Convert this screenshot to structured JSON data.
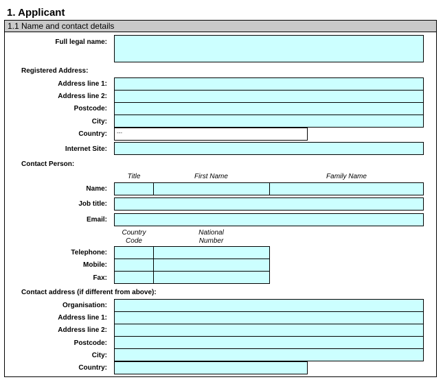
{
  "section": {
    "title": "1. Applicant",
    "subsection": "1.1 Name and contact details"
  },
  "labels": {
    "full_legal_name": "Full legal name:",
    "registered_address": "Registered Address:",
    "address_line_1": "Address line 1:",
    "address_line_2": "Address line 2:",
    "postcode": "Postcode:",
    "city": "City:",
    "country": "Country:",
    "internet_site": "Internet Site:",
    "contact_person": "Contact Person:",
    "name": "Name:",
    "job_title": "Job title:",
    "email": "Email:",
    "telephone": "Telephone:",
    "mobile": "Mobile:",
    "fax": "Fax:",
    "contact_address": "Contact address (if different from above):",
    "organisation": "Organisation:",
    "address_line_1b": "Address line 1:",
    "address_line_2b": "Address line 2:",
    "postcode_b": "Postcode:",
    "city_b": "City:",
    "country_b": "Country:"
  },
  "columns": {
    "title": "Title",
    "first_name": "First Name",
    "family_name": "Family Name",
    "country_code_1": "Country",
    "country_code_2": "Code",
    "national_number_1": "National",
    "national_number_2": "Number"
  },
  "fields": {
    "country_value": "---"
  },
  "colors": {
    "field_fill": "#ccffff",
    "header_fill": "#c9c9c9"
  }
}
